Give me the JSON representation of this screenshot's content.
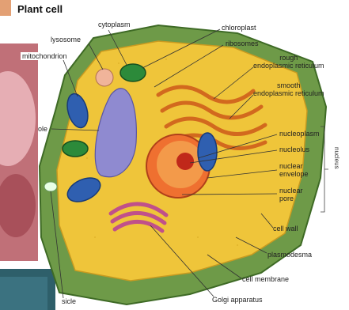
{
  "title": "Plant cell",
  "labels": {
    "cytoplasm": "cytoplasm",
    "chloroplast": "chloroplast",
    "lysosome": "lysosome",
    "ribosomes": "ribosomes",
    "mitochondrion": "mitochondrion",
    "rough_er": "rough\nendoplasmic reticulum",
    "smooth_er": "smooth\nendoplasmic reticulum",
    "vacuole_partial": "ole",
    "nucleoplasm": "nucleoplasm",
    "nucleolus": "nucleolus",
    "nuclear_envelope": "nuclear\nenvelope",
    "nuclear_pore": "nuclear\npore",
    "cell_wall": "cell wall",
    "plasmodesma": "plasmodesma",
    "cell_membrane": "cell membrane",
    "golgi": "Golgi apparatus",
    "vesicle_partial": "sicle",
    "nucleus": "nucleus"
  },
  "colors": {
    "cell_wall": "#5d8a3a",
    "cytoplasm": "#f0c23a",
    "vacuole": "#8f8ad0",
    "nucleus": "#e2502a",
    "golgi": "#e27ab0",
    "mitochondrion": "#2f5fb0",
    "chloroplast": "#2c8a3a",
    "er": "#e07a2a"
  }
}
